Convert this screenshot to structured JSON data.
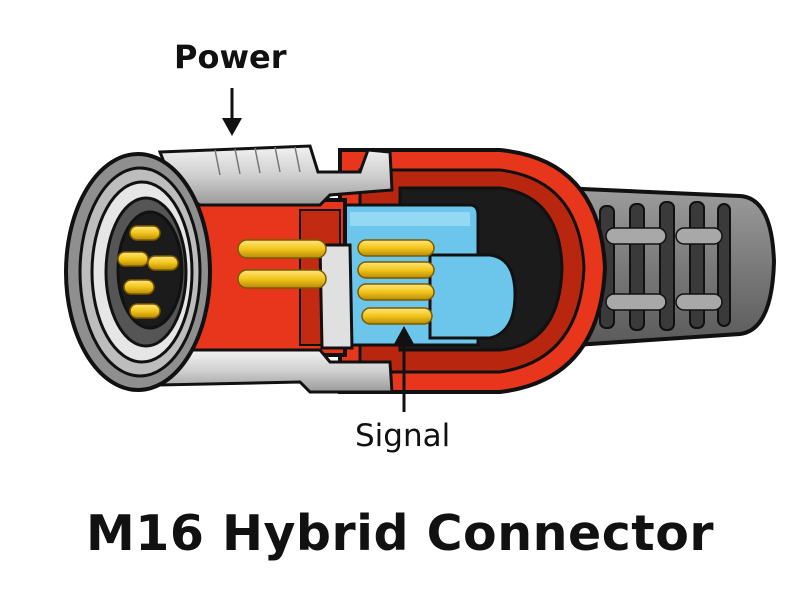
{
  "labels": {
    "power": "Power",
    "signal": "Signal",
    "title": "M16 Hybrid Connector"
  },
  "colors": {
    "outline": "#111111",
    "red_housing": "#e8361c",
    "red_dark": "#b8260f",
    "blue_insert": "#6cc6ec",
    "blue_dark": "#3d9fcd",
    "gold_pin": "#f2c51a",
    "gold_dark": "#b88a08",
    "metal_light": "#e6e6e6",
    "metal_mid": "#bdbdbd",
    "metal_dark": "#8f8f8f",
    "boot_gray": "#7a7a7a",
    "insert_black": "#1b1b1b"
  }
}
